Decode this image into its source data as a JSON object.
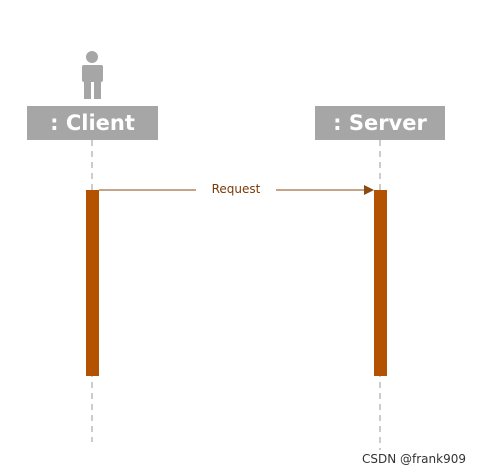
{
  "lifelines": [
    {
      "label": ": Client",
      "has_actor": true
    },
    {
      "label": ": Server",
      "has_actor": false
    }
  ],
  "messages": [
    {
      "label": "Request",
      "from": ": Client",
      "to": ": Server"
    }
  ],
  "watermark": "CSDN @frank909",
  "colors": {
    "box_fill": "#a6a6a6",
    "box_text": "#ffffff",
    "actor": "#a6a6a6",
    "activation": "#b35200",
    "message_line": "#8b4a12",
    "lifeline_dash": "#9a9a9a"
  }
}
